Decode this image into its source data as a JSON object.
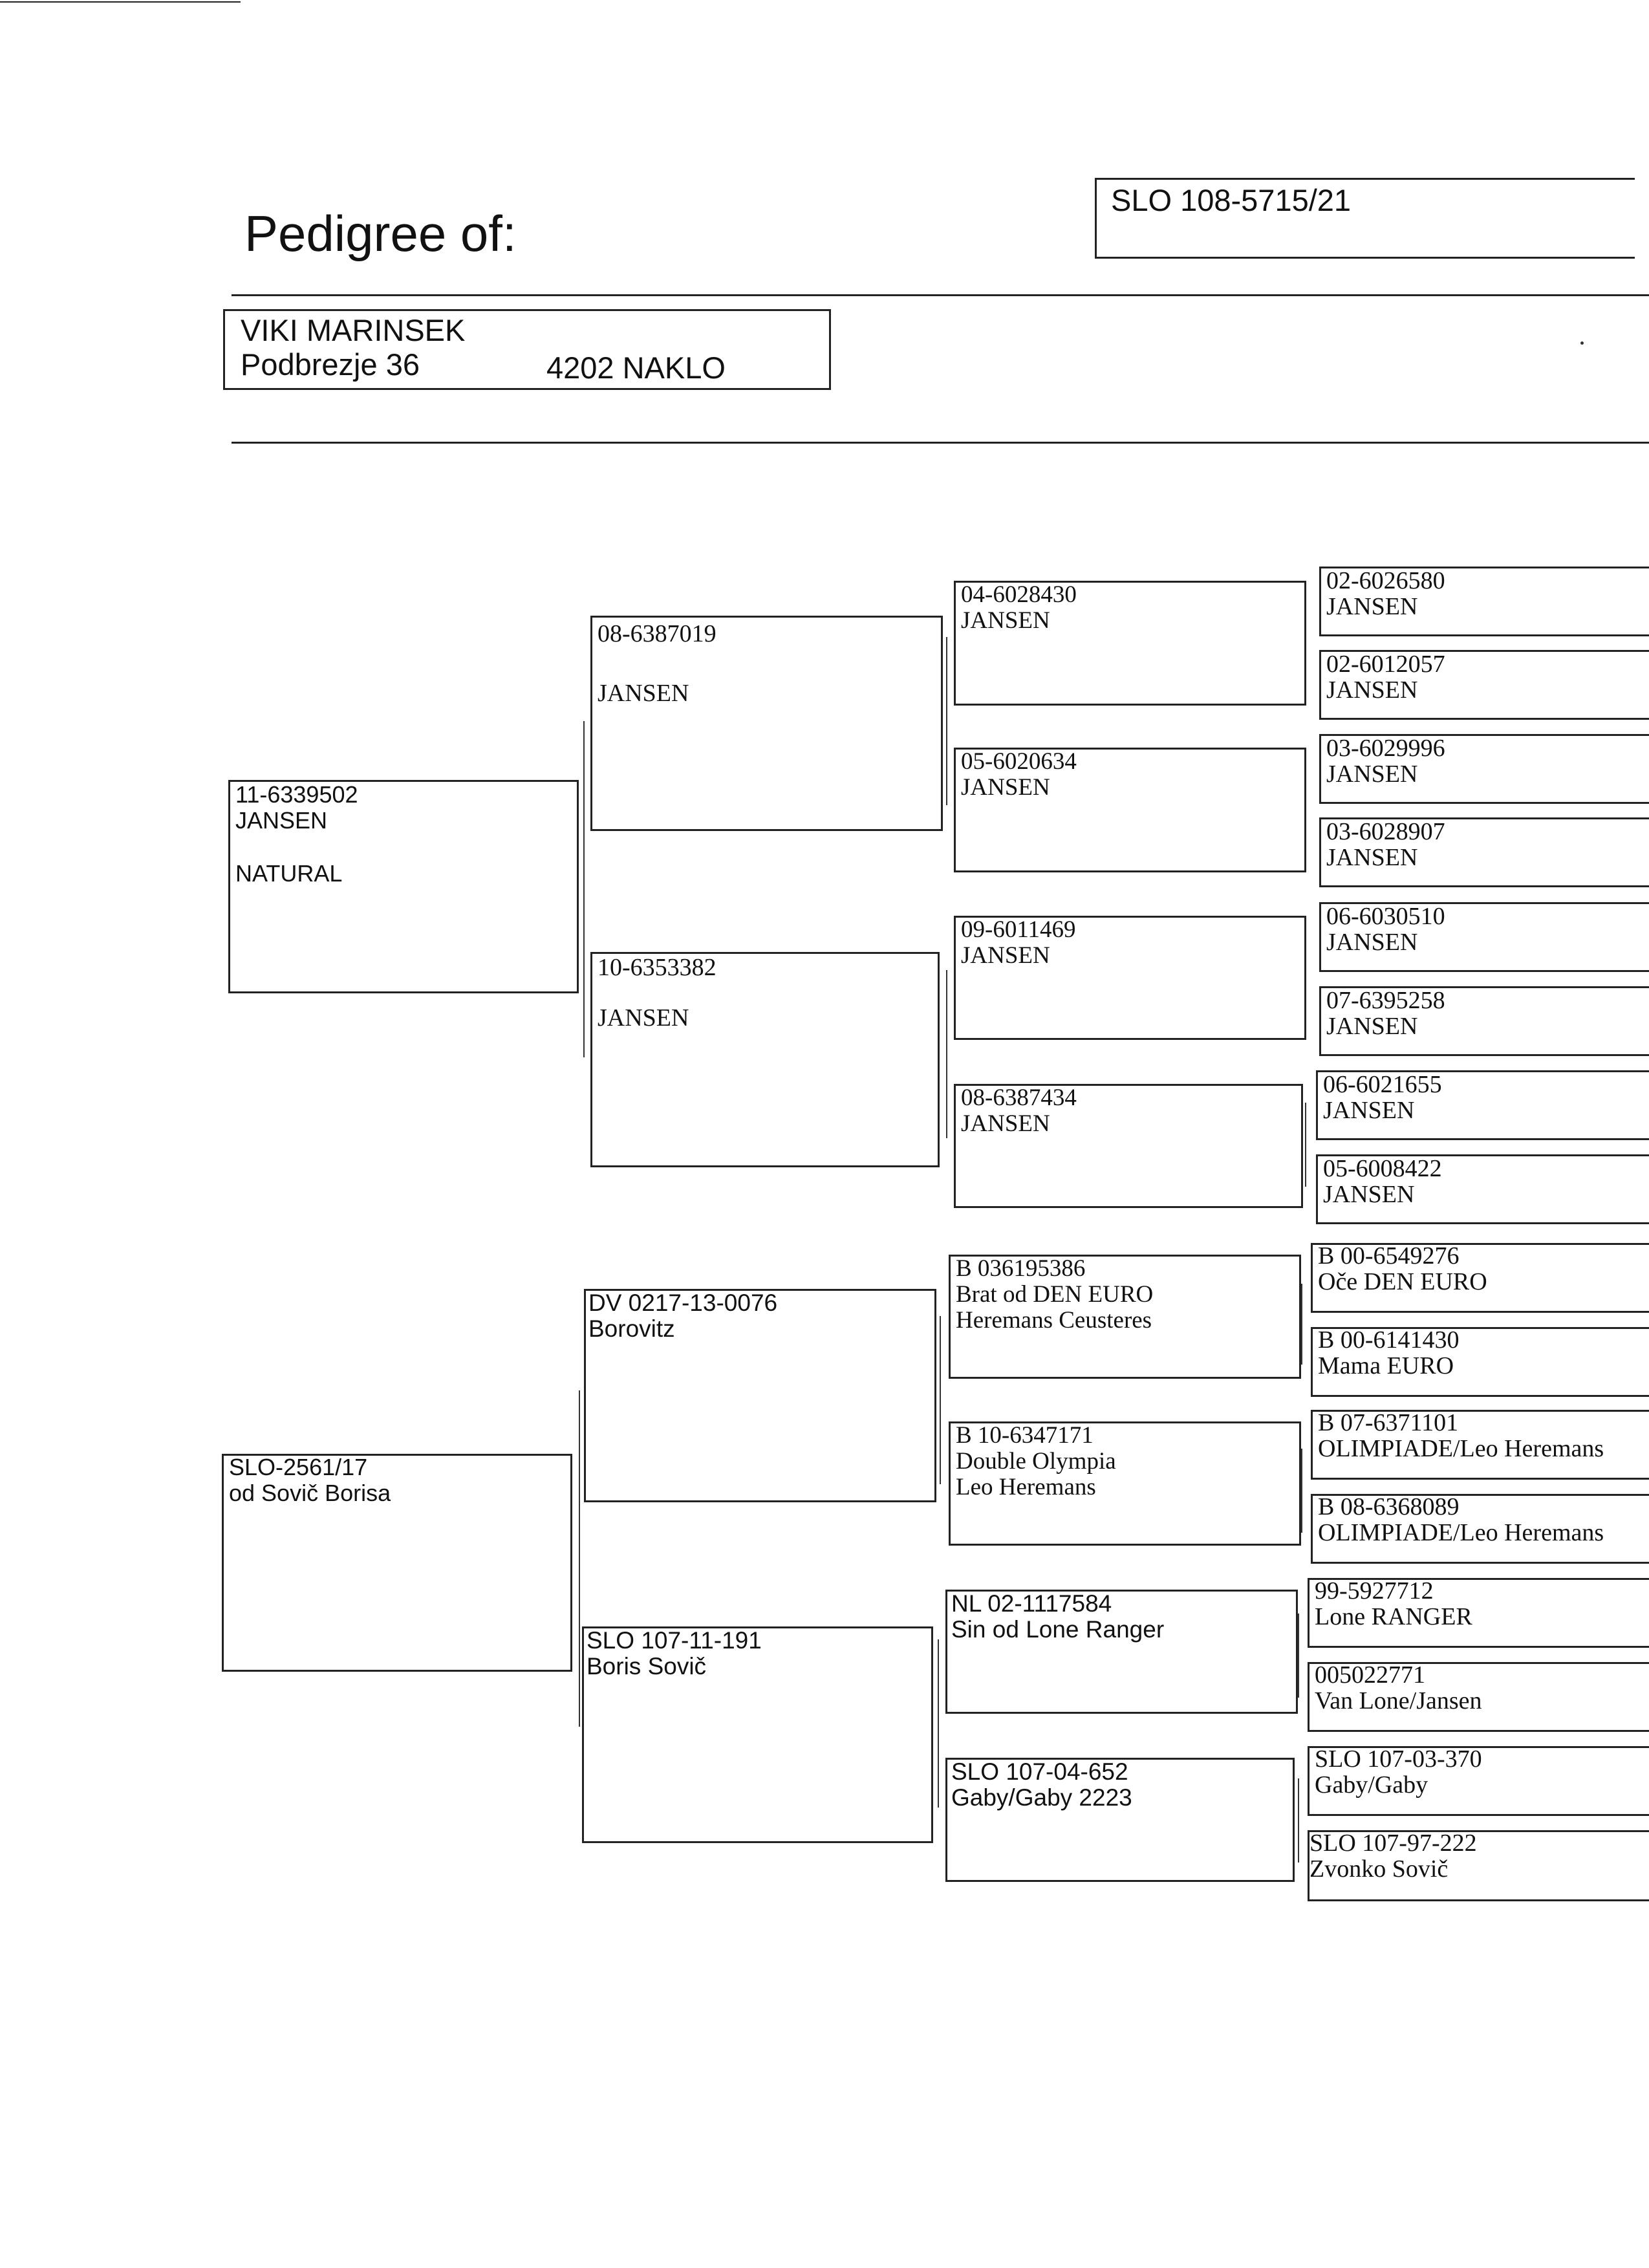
{
  "header": {
    "title": "Pedigree of:",
    "ring_number": "SLO 108-5715/21"
  },
  "owner": {
    "name": "VIKI MARINSEK",
    "street": "Podbrezje 36",
    "city": "4202 NAKLO"
  },
  "pedigree": {
    "parents": [
      {
        "id": "11-6339502",
        "lines": [
          "JANSEN",
          "NATURAL"
        ]
      },
      {
        "id": "SLO-2561/17",
        "lines": [
          "od Sovič Borisa"
        ]
      }
    ],
    "grandparents": [
      {
        "id": "08-6387019",
        "lines": [
          "JANSEN"
        ]
      },
      {
        "id": "10-6353382",
        "lines": [
          "JANSEN"
        ]
      },
      {
        "id": "DV  0217-13-0076",
        "lines": [
          "Borovitz"
        ]
      },
      {
        "id": "SLO 107-11-191",
        "lines": [
          "Boris Sovič"
        ]
      }
    ],
    "great_grandparents": [
      {
        "id": "04-6028430",
        "lines": [
          "JANSEN"
        ]
      },
      {
        "id": "05-6020634",
        "lines": [
          "JANSEN"
        ]
      },
      {
        "id": "09-6011469",
        "lines": [
          "JANSEN"
        ]
      },
      {
        "id": "08-6387434",
        "lines": [
          "JANSEN"
        ]
      },
      {
        "id": "B 036195386",
        "lines": [
          "Brat od DEN EURO",
          "Heremans Ceusteres"
        ]
      },
      {
        "id": "B  10-6347171",
        "lines": [
          "Double Olympia",
          "Leo Heremans"
        ]
      },
      {
        "id": "NL  02-1117584",
        "lines": [
          "Sin od Lone Ranger"
        ]
      },
      {
        "id": "SLO 107-04-652",
        "lines": [
          "Gaby/Gaby  2223"
        ]
      }
    ],
    "great_great_grandparents": [
      {
        "id": "02-6026580",
        "lines": [
          "JANSEN"
        ]
      },
      {
        "id": "02-6012057",
        "lines": [
          "JANSEN"
        ]
      },
      {
        "id": "03-6029996",
        "lines": [
          "JANSEN"
        ]
      },
      {
        "id": "03-6028907",
        "lines": [
          "JANSEN"
        ]
      },
      {
        "id": "06-6030510",
        "lines": [
          "JANSEN"
        ]
      },
      {
        "id": "07-6395258",
        "lines": [
          "JANSEN"
        ]
      },
      {
        "id": "06-6021655",
        "lines": [
          "JANSEN"
        ]
      },
      {
        "id": "05-6008422",
        "lines": [
          "JANSEN"
        ]
      },
      {
        "id": "B 00-6549276",
        "lines": [
          "Oče DEN EURO"
        ]
      },
      {
        "id": "B  00-6141430",
        "lines": [
          "Mama EURO"
        ]
      },
      {
        "id": "B  07-6371101",
        "lines": [
          "OLIMPIADE/Leo Heremans"
        ]
      },
      {
        "id": "B 08-6368089",
        "lines": [
          "OLIMPIADE/Leo Heremans"
        ]
      },
      {
        "id": "99-5927712",
        "lines": [
          "Lone RANGER"
        ]
      },
      {
        "id": "005022771",
        "lines": [
          "Van Lone/Jansen"
        ]
      },
      {
        "id": "SLO 107-03-370",
        "lines": [
          "Gaby/Gaby"
        ]
      },
      {
        "id": "SLO  107-97-222",
        "lines": [
          "Zvonko Sovič"
        ]
      }
    ]
  }
}
